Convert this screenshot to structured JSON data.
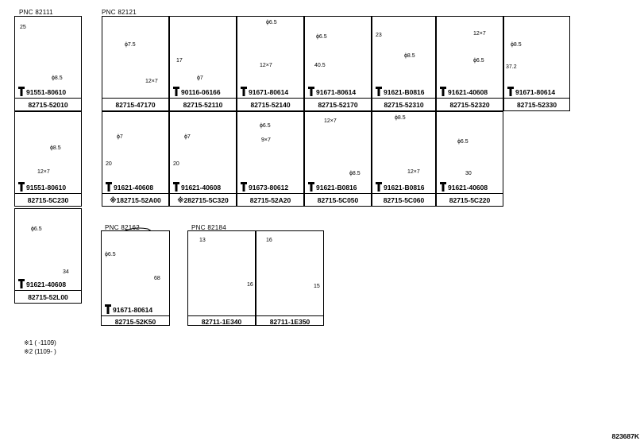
{
  "pnc_labels": [
    {
      "id": "pnc-82111",
      "text": "PNC   82111"
    },
    {
      "id": "pnc-82121",
      "text": "PNC   82121"
    },
    {
      "id": "pnc-82162",
      "text": "PNC   82162"
    },
    {
      "id": "pnc-82184",
      "text": "PNC   82184"
    }
  ],
  "cells": [
    {
      "id": "82715-52010",
      "bolt": "91551-80610",
      "part": "82715-52010",
      "dims": [
        "25",
        "ϕ8.5"
      ]
    },
    {
      "id": "82715-47170",
      "bolt": "",
      "part": "82715-47170",
      "dims": [
        "ϕ7.5",
        "12×7"
      ]
    },
    {
      "id": "82715-52110",
      "bolt": "90116-06166",
      "part": "82715-52110",
      "dims": [
        "17",
        "ϕ7"
      ]
    },
    {
      "id": "82715-52140",
      "bolt": "91671-80614",
      "part": "82715-52140",
      "dims": [
        "ϕ6.5",
        "12×7"
      ]
    },
    {
      "id": "82715-52170",
      "bolt": "91671-80614",
      "part": "82715-52170",
      "dims": [
        "ϕ6.5",
        "40.5"
      ]
    },
    {
      "id": "82715-52310",
      "bolt": "91621-B0816",
      "part": "82715-52310",
      "dims": [
        "23",
        "ϕ8.5"
      ]
    },
    {
      "id": "82715-52320",
      "bolt": "91621-40608",
      "part": "82715-52320",
      "dims": [
        "12×7",
        "ϕ6.5"
      ]
    },
    {
      "id": "82715-52330",
      "bolt": "91671-80614",
      "part": "82715-52330",
      "dims": [
        "ϕ8.5",
        "37.2"
      ]
    },
    {
      "id": "82715-5C230",
      "bolt": "91551-80610",
      "part": "82715-5C230",
      "dims": [
        "ϕ8.5",
        "12×7"
      ]
    },
    {
      "id": "82715-52A00",
      "bolt": "91621-40608",
      "part": "※182715-52A00",
      "dims": [
        "ϕ7",
        "20"
      ]
    },
    {
      "id": "82715-5C320",
      "bolt": "91621-40608",
      "part": "※282715-5C320",
      "dims": [
        "ϕ7",
        "20"
      ]
    },
    {
      "id": "82715-52A20",
      "bolt": "91673-80612",
      "part": "82715-52A20",
      "dims": [
        "ϕ6.5",
        "9×7"
      ]
    },
    {
      "id": "82715-5C050",
      "bolt": "91621-B0816",
      "part": "82715-5C050",
      "dims": [
        "12×7",
        "ϕ8.5"
      ]
    },
    {
      "id": "82715-5C060",
      "bolt": "91621-B0816",
      "part": "82715-5C060",
      "dims": [
        "ϕ8.5",
        "12×7"
      ]
    },
    {
      "id": "82715-5C220",
      "bolt": "91621-40608",
      "part": "82715-5C220",
      "dims": [
        "ϕ6.5",
        "30"
      ]
    },
    {
      "id": "82715-52L00",
      "bolt": "91621-40608",
      "part": "82715-52L00",
      "dims": [
        "ϕ6.5",
        "34"
      ]
    },
    {
      "id": "82715-52K50",
      "bolt": "91671-80614",
      "part": "82715-52K50",
      "dims": [
        "ϕ6.5",
        "68"
      ]
    },
    {
      "id": "82711-1E340",
      "bolt": "",
      "part": "82711-1E340",
      "dims": [
        "13",
        "16"
      ]
    },
    {
      "id": "82711-1E350",
      "bolt": "",
      "part": "82711-1E350",
      "dims": [
        "16",
        "15"
      ]
    }
  ],
  "notes": [
    "※1 (      -1109)",
    "※2 (1109-       )"
  ],
  "reference": "823687K"
}
